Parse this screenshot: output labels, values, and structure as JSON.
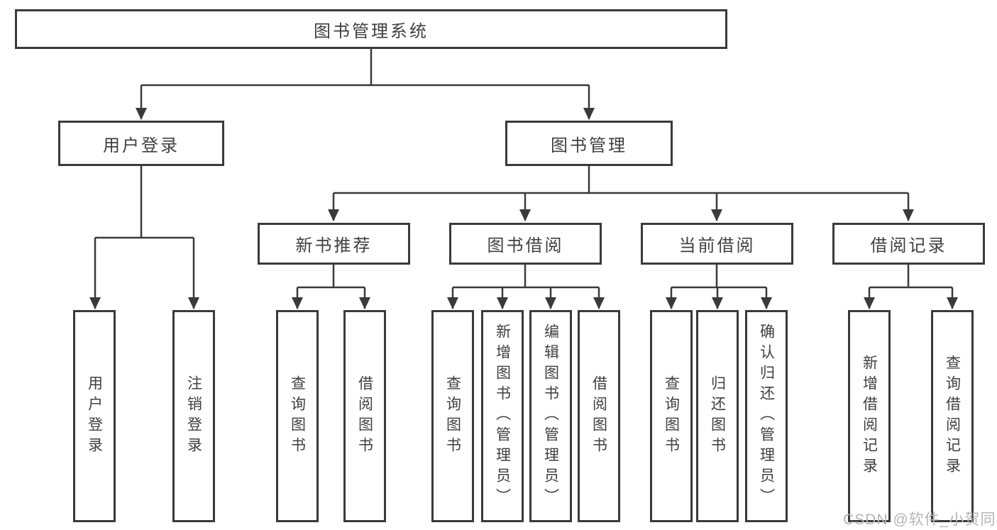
{
  "diagram": {
    "root": {
      "label": "图书管理系统"
    },
    "level2": [
      {
        "label": "用户登录"
      },
      {
        "label": "图书管理"
      }
    ],
    "level3": [
      {
        "label": "新书推荐"
      },
      {
        "label": "图书借阅"
      },
      {
        "label": "当前借阅"
      },
      {
        "label": "借阅记录"
      }
    ],
    "leaves": {
      "user_login": [
        "用户登录",
        "注销登录"
      ],
      "new_book_recommend": [
        "查询图书",
        "借阅图书"
      ],
      "book_borrow": [
        "查询图书",
        "新增图书（管理员）",
        "编辑图书（管理员）",
        "借阅图书"
      ],
      "current_borrow": [
        "查询图书",
        "归还图书",
        "确认归还（管理员）"
      ],
      "borrow_records": [
        "新增借阅记录",
        "查询借阅记录"
      ]
    },
    "colors": {
      "line": "#3a3a3a",
      "border": "#3a3a3a",
      "background": "#ffffff",
      "text": "#3f3f3f",
      "watermark": "#b5b5b5"
    },
    "watermark": "CSDN @软件_小贺同学"
  }
}
